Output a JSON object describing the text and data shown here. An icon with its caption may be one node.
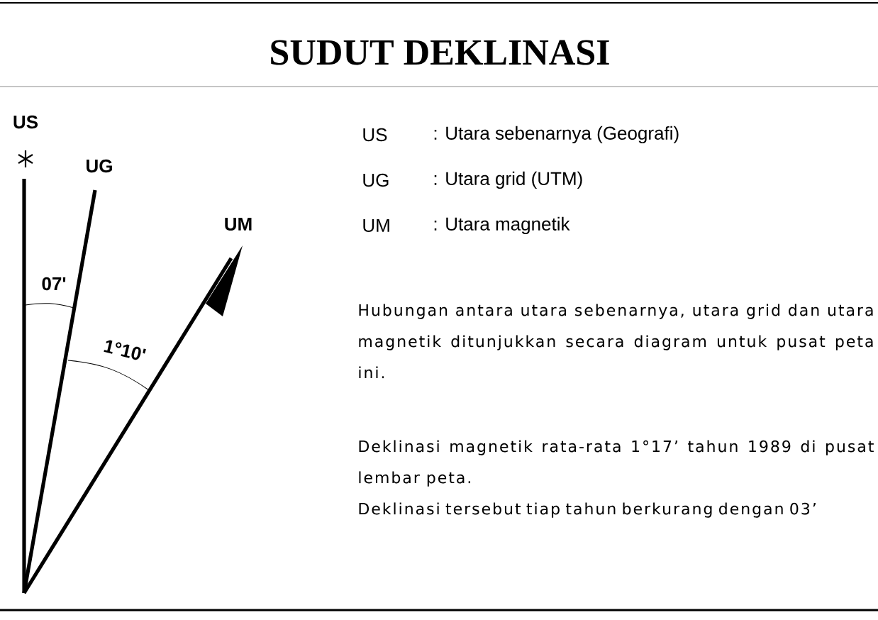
{
  "diagram": {
    "title": "SUDUT DEKLINASI",
    "labels": [
      "US",
      "UG",
      "UM",
      "07'",
      "1°10'",
      "US",
      ": Utara sebenarnya (Geografi)",
      "UG",
      ": Utara grid (UTM)",
      "UM",
      ": Utara magnetik",
      "Hubungan antara utara sebenarnya, utara grid dan utara magnetik ditunjukkan secara diagram untuk pusat peta ini.",
      "Deklinasi magnetik rata-rata 1°17’ tahun 1989 di pusat lembar peta.",
      "Deklinasi tersebut tiap tahun berkurang dengan 03’"
    ]
  }
}
